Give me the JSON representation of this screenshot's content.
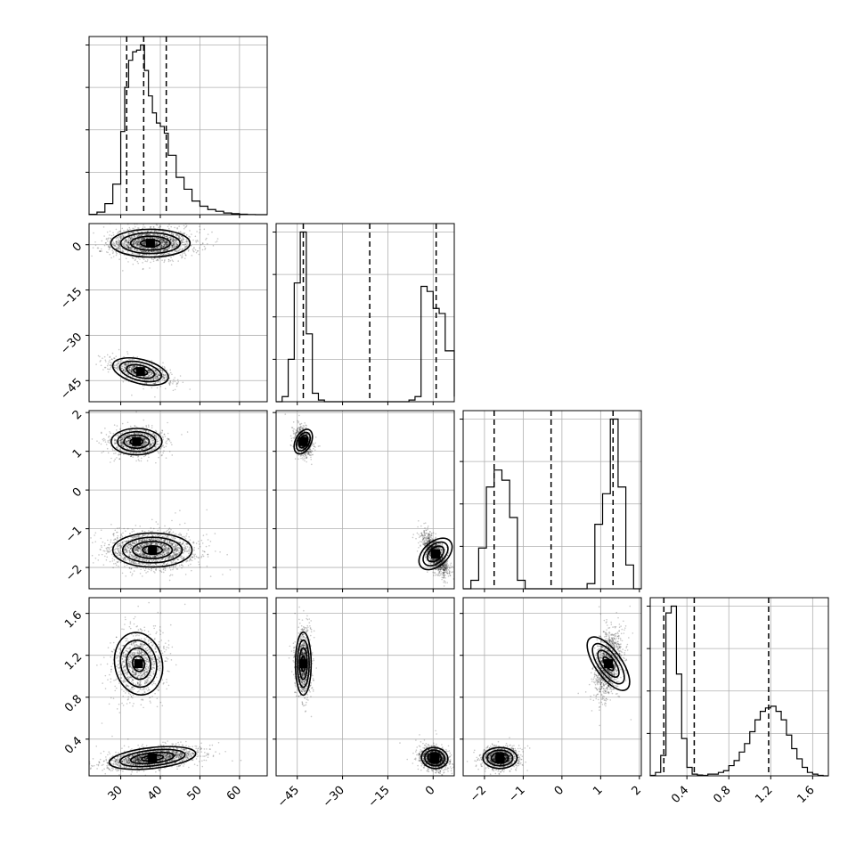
{
  "chart_data": {
    "type": "corner",
    "grid": true,
    "params": [
      {
        "range": [
          22,
          67
        ],
        "ticks": [
          30,
          40,
          50,
          60
        ],
        "tick_labels": [
          "30",
          "40",
          "50",
          "60"
        ],
        "hist": {
          "edges": [
            22,
            24,
            26,
            28,
            30,
            31,
            32,
            33,
            34,
            35,
            36,
            37,
            38,
            39,
            40,
            41,
            42,
            44,
            46,
            48,
            50,
            52,
            54,
            56,
            58,
            60,
            62,
            64,
            67
          ],
          "counts": [
            0.2,
            1.5,
            6.5,
            18,
            49,
            75,
            91,
            96,
            97,
            100,
            85,
            70,
            60,
            54,
            52,
            48,
            35,
            22,
            15,
            8,
            5,
            3,
            2,
            1,
            0.6,
            0.3,
            0.1,
            0
          ]
        },
        "quantiles": [
          31.5,
          35.8,
          41.5
        ]
      },
      {
        "range": [
          -52,
          7
        ],
        "ticks": [
          -45,
          -30,
          -15,
          0
        ],
        "tick_labels": [
          "−45",
          "−30",
          "−15",
          "0"
        ],
        "hist": {
          "edges": [
            -52,
            -50,
            -48,
            -46,
            -44,
            -42,
            -40,
            -38,
            -36,
            -34,
            -32,
            -30,
            -28,
            -26,
            -24,
            -22,
            -20,
            -18,
            -16,
            -14,
            -12,
            -10,
            -8,
            -6,
            -4,
            -2,
            0,
            2,
            4,
            7
          ],
          "counts": [
            0,
            3,
            25,
            70,
            100,
            40,
            5,
            1,
            0,
            0,
            0,
            0,
            0,
            0,
            0,
            0,
            0,
            0,
            0,
            0,
            0,
            0,
            1,
            3,
            68,
            65,
            55,
            52,
            30,
            3
          ]
        },
        "quantiles": [
          -43,
          -21,
          1
        ]
      },
      {
        "range": [
          -2.55,
          2.05
        ],
        "ticks": [
          -2,
          -1,
          0,
          1,
          2
        ],
        "tick_labels": [
          "−2",
          "−1",
          "0",
          "1",
          "2"
        ],
        "hist": {
          "edges": [
            -2.55,
            -2.35,
            -2.15,
            -1.95,
            -1.75,
            -1.55,
            -1.35,
            -1.15,
            -0.95,
            -0.75,
            -0.55,
            -0.35,
            -0.15,
            0.05,
            0.25,
            0.45,
            0.65,
            0.85,
            1.05,
            1.25,
            1.45,
            1.65,
            1.85,
            2.05
          ],
          "counts": [
            0,
            5,
            24,
            60,
            70,
            64,
            42,
            5,
            0,
            0,
            0,
            0,
            0,
            0,
            0,
            0,
            3,
            38,
            56,
            100,
            60,
            14,
            0
          ]
        },
        "quantiles": [
          -1.75,
          -0.28,
          1.32
        ]
      },
      {
        "range": [
          0.05,
          1.75
        ],
        "ticks": [
          0.4,
          0.8,
          1.2,
          1.6
        ],
        "tick_labels": [
          "0.4",
          "0.8",
          "1.2",
          "1.6"
        ],
        "hist": {
          "edges": [
            0.05,
            0.1,
            0.15,
            0.2,
            0.25,
            0.3,
            0.35,
            0.4,
            0.45,
            0.5,
            0.55,
            0.6,
            0.65,
            0.7,
            0.75,
            0.8,
            0.85,
            0.9,
            0.95,
            1.0,
            1.05,
            1.1,
            1.15,
            1.2,
            1.25,
            1.3,
            1.35,
            1.4,
            1.45,
            1.5,
            1.55,
            1.6,
            1.65,
            1.7,
            1.75
          ],
          "counts": [
            0.3,
            2,
            12,
            96,
            100,
            60,
            22,
            5,
            1,
            0.5,
            0.3,
            1,
            1,
            2,
            3,
            6,
            9,
            14,
            19,
            26,
            33,
            38,
            40,
            41,
            38,
            33,
            24,
            16,
            10,
            5,
            2,
            1,
            0.3,
            0
          ]
        },
        "quantiles": [
          0.18,
          0.47,
          1.18
        ]
      }
    ],
    "pairs": [
      {
        "row": 1,
        "col": 0,
        "modes": [
          {
            "cx": 37.5,
            "cy": 0.5,
            "sx": 5.0,
            "sy": 2.3,
            "rho": 0.0,
            "n": 2000
          },
          {
            "cx": 35.0,
            "cy": -42.0,
            "sx": 3.6,
            "sy": 2.0,
            "rho": -0.6,
            "n": 900
          }
        ]
      },
      {
        "row": 2,
        "col": 0,
        "modes": [
          {
            "cx": 34.0,
            "cy": 1.25,
            "sx": 3.2,
            "sy": 0.17,
            "rho": 0.0,
            "n": 1100
          },
          {
            "cx": 38.0,
            "cy": -1.55,
            "sx": 5.0,
            "sy": 0.22,
            "rho": 0.0,
            "n": 2000
          }
        ]
      },
      {
        "row": 2,
        "col": 1,
        "modes": [
          {
            "cx": -43.0,
            "cy": 1.25,
            "sx": 1.3,
            "sy": 0.17,
            "rho": -0.3,
            "n": 900
          },
          {
            "cx": 0.8,
            "cy": -1.65,
            "sx": 2.0,
            "sy": 0.25,
            "rho": -0.7,
            "n": 1400
          }
        ]
      },
      {
        "row": 3,
        "col": 0,
        "modes": [
          {
            "cx": 34.5,
            "cy": 1.12,
            "sx": 3.0,
            "sy": 0.15,
            "rho": 0.15,
            "n": 1100
          },
          {
            "cx": 38.0,
            "cy": 0.22,
            "sx": 5.5,
            "sy": 0.05,
            "rho": 0.45,
            "n": 2000
          }
        ]
      },
      {
        "row": 3,
        "col": 1,
        "modes": [
          {
            "cx": -43.0,
            "cy": 1.12,
            "sx": 1.3,
            "sy": 0.15,
            "rho": 0.0,
            "n": 1100
          },
          {
            "cx": 0.5,
            "cy": 0.22,
            "sx": 2.2,
            "sy": 0.05,
            "rho": -0.2,
            "n": 1500
          }
        ]
      },
      {
        "row": 3,
        "col": 2,
        "modes": [
          {
            "cx": -1.6,
            "cy": 0.22,
            "sx": 0.22,
            "sy": 0.05,
            "rho": 0.0,
            "n": 1200
          },
          {
            "cx": 1.2,
            "cy": 1.12,
            "sx": 0.17,
            "sy": 0.15,
            "rho": 0.3,
            "n": 1300
          }
        ]
      }
    ]
  }
}
